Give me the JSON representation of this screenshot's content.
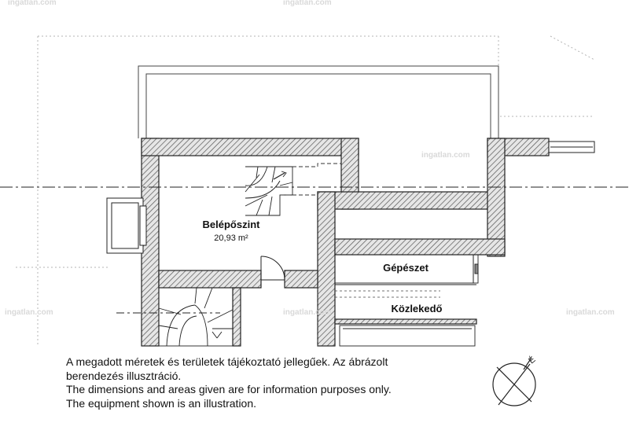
{
  "rooms": {
    "entry_name": "Belépőszint",
    "entry_area": "20,93 m²",
    "mechanical": "Gépészet",
    "corridor": "Közlekedő"
  },
  "notes": {
    "line1": "A megadott méretek és területek tájékoztató jellegűek. Az ábrázolt",
    "line2": "berendezés illusztráció.",
    "line3": "The dimensions and areas given are for information purposes only.",
    "line4": "The equipment shown is an illustration."
  },
  "compass": {
    "label": "É"
  },
  "watermark": "ingatlan.com",
  "colors": {
    "wall_fill": "#d0d0d0",
    "line": "#222222",
    "background": "#ffffff"
  }
}
